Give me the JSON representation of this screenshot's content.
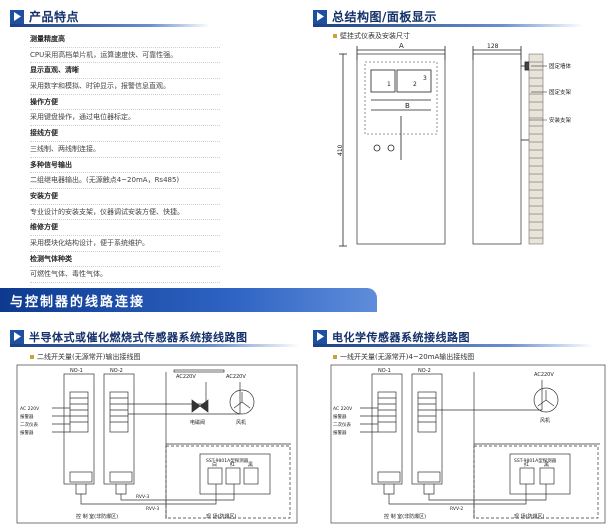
{
  "sections": {
    "features": {
      "title": "产品特点"
    },
    "structure": {
      "title": "总结构图/面板显示",
      "subtitle": "壁挂式仪表及安装尺寸"
    },
    "wiring_band": {
      "title": "与控制器的线路连接"
    },
    "semiconductor": {
      "title": "半导体式或催化燃烧式传感器系统接线路图",
      "subtitle": "二线开关量(无源常开)输出接线图"
    },
    "electrochemical": {
      "title": "电化学传感器系统接线路图",
      "subtitle": "一线开关量(无源常开)4~20mA输出接线图"
    }
  },
  "features": [
    {
      "heading": "测量精度高",
      "text": "CPU采用高档单片机，运算速度快、可靠性强。"
    },
    {
      "heading": "显示直观、清晰",
      "text": "采用数字和模拟、时钟显示，报警信息直观。"
    },
    {
      "heading": "操作方便",
      "text": "采用键盘操作，通过电位器标定。"
    },
    {
      "heading": "接线方便",
      "text": "三线制、两线制连接。"
    },
    {
      "heading": "多种信号输出",
      "text": "二组继电器输出。(无源触点4~20mA，Rs485)"
    },
    {
      "heading": "安装方便",
      "text": "专业设计的安装支架，仪器调试安装方便、快捷。"
    },
    {
      "heading": "维修方便",
      "text": "采用模块化结构设计，便于系统维护。"
    },
    {
      "heading": "检测气体种类",
      "text": "可燃性气体、毒性气体。"
    }
  ],
  "dimension_diagram": {
    "label_A": "A",
    "label_B": "B",
    "dim_width": "128",
    "dim_height": "410",
    "callouts": [
      "固定墙体",
      "固定支架",
      "安装支架"
    ],
    "marks": [
      "1",
      "2",
      "3"
    ]
  },
  "wiring_left": {
    "modules": [
      "NO-1",
      "NO-2"
    ],
    "inputs": [
      "AC220V",
      "AC220V"
    ],
    "terminals": [
      "AC 220V",
      "报警器",
      "二次仪表",
      "报警器"
    ],
    "valve_label": "电磁阀",
    "fan_label": "风机",
    "detector_box": "SST-9801A型探测器",
    "detector_labels": [
      "白",
      "红",
      "黑"
    ],
    "cable_labels": [
      "RVV-3",
      "RVV-3"
    ],
    "zone_labels": [
      "控 制 室(非防爆区)",
      "现 场(防爆区)"
    ]
  },
  "wiring_right": {
    "modules": [
      "NO-1",
      "NO-2"
    ],
    "inputs": [
      "AC220V"
    ],
    "terminals": [
      "AC 220V",
      "报警器",
      "二次仪表",
      "报警器"
    ],
    "fan_label": "风机",
    "detector_box": "SST-9801A型探测器",
    "detector_labels": [
      "红",
      "黑"
    ],
    "cable_labels": [
      "RVV-2"
    ],
    "zone_labels": [
      "控 制 室(非防爆区)",
      "现 场(防爆区)"
    ]
  },
  "colors": {
    "header_blue": "#14306a",
    "band_start": "#0d3a8f",
    "band_end": "#5f8ddb",
    "accent_gold": "#c9a23a"
  }
}
